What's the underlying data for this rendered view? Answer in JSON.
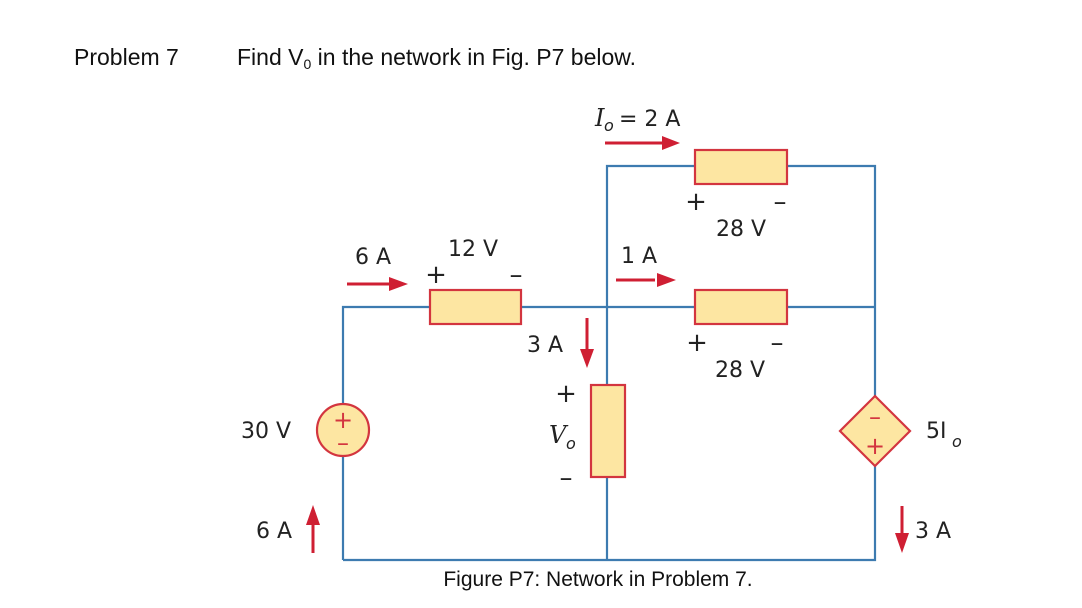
{
  "header": {
    "problem_label": "Problem 7",
    "prompt_prefix": "Find V",
    "prompt_sub": "0",
    "prompt_suffix": " in the network in Fig. P7 below."
  },
  "figure": {
    "caption": "Figure P7: Network in Problem 7.",
    "colors": {
      "wire": "#3d7bb0",
      "component_fill": "#fde6a2",
      "component_stroke": "#d3353f",
      "arrow": "#cf1f33"
    },
    "top_branch": {
      "current_label_main": "I",
      "current_label_sub": "o",
      "current_label_value": "= 2 A",
      "plus": "+",
      "minus": "–",
      "voltage": "28 V"
    },
    "middle_branch": {
      "current_label": "1 A",
      "plus": "+",
      "minus": "–",
      "voltage": "28 V"
    },
    "left_resistor": {
      "current_label": "6 A",
      "voltage": "12 V",
      "plus": "+",
      "minus": "–"
    },
    "center_resistor": {
      "current_label": "3 A",
      "plus": "+",
      "voltage_main": "V",
      "voltage_sub": "o",
      "minus": "–"
    },
    "voltage_source": {
      "label": "30 V",
      "plus": "+",
      "minus": "–",
      "current_label": "6 A"
    },
    "dependent_source": {
      "label_main": "5I",
      "label_sub": "o",
      "plus": "+",
      "minus": "–",
      "current_label": "3 A"
    }
  }
}
